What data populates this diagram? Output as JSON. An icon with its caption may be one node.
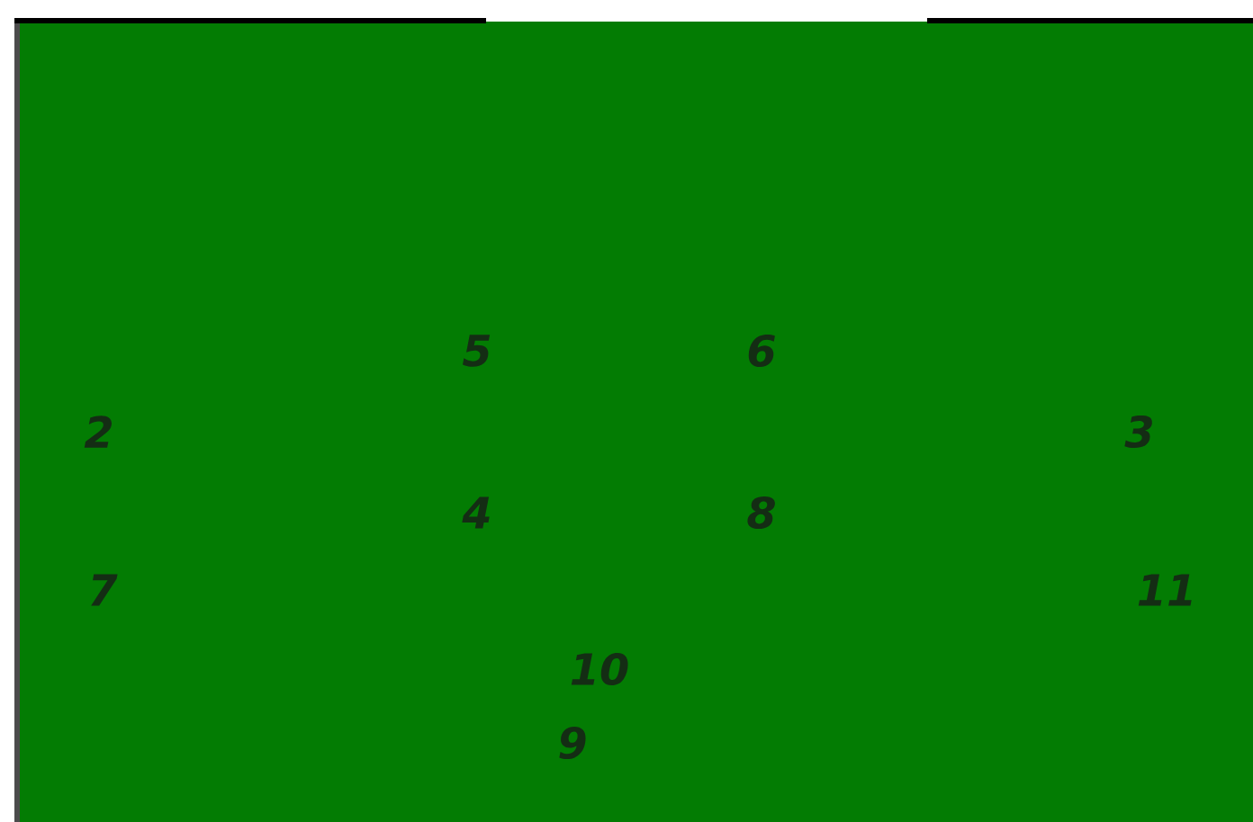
{
  "diagram": {
    "labels": [
      "5",
      "6",
      "2",
      "3",
      "4",
      "8",
      "7",
      "11",
      "10",
      "9"
    ]
  }
}
